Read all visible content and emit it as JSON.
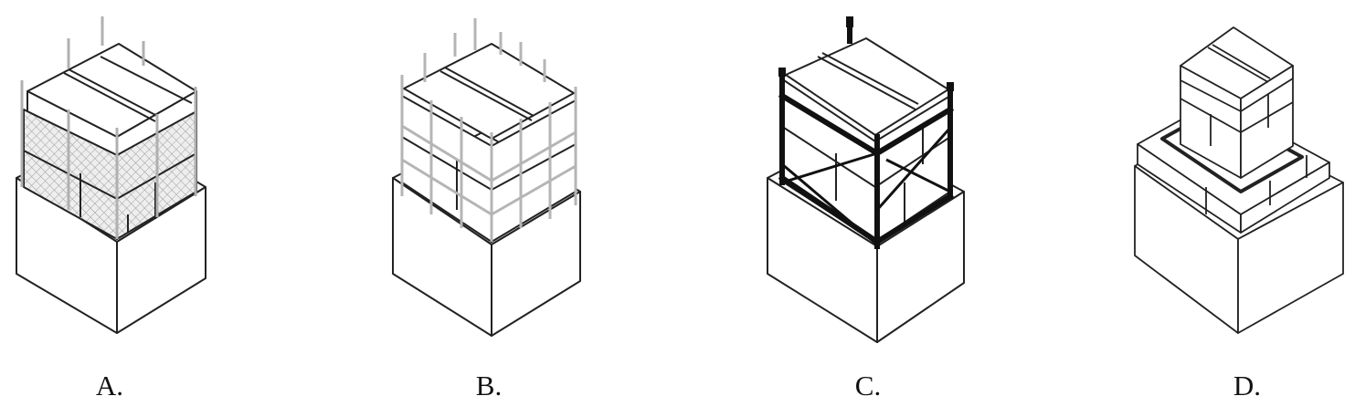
{
  "figure": {
    "options": [
      {
        "label": "A.",
        "variant": "mesh-reinforced brick column"
      },
      {
        "label": "B.",
        "variant": "grid of steel bars around brick column"
      },
      {
        "label": "C.",
        "variant": "steel angle frame with cross bracing"
      },
      {
        "label": "D.",
        "variant": "enlarged brick jacket"
      }
    ]
  },
  "colors": {
    "stroke": "#222222",
    "bar_grey": "#b5b5b5",
    "steel_black": "#111111",
    "mesh_fill": "#e8e8e8"
  }
}
